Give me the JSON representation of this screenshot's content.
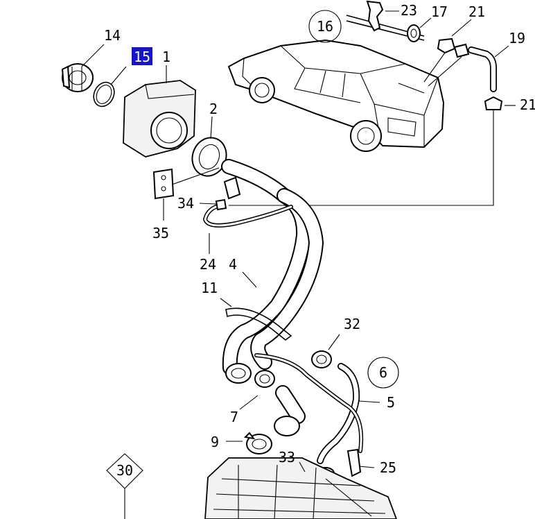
{
  "diagram": {
    "highlighted_label": "15",
    "labels": {
      "l1": "1",
      "l2": "2",
      "l4": "4",
      "l5": "5",
      "l6": "6",
      "l7": "7",
      "l9": "9",
      "l11": "11",
      "l14": "14",
      "l15": "15",
      "l16": "16",
      "l17": "17",
      "l19": "19",
      "l21a": "21",
      "l21b": "21",
      "l23": "23",
      "l24": "24",
      "l25": "25",
      "l30": "30",
      "l32": "32",
      "l33": "33",
      "l34": "34",
      "l35": "35"
    },
    "colors": {
      "highlight": "#1616c8",
      "ink": "#000000",
      "background": "#ffffff"
    }
  }
}
